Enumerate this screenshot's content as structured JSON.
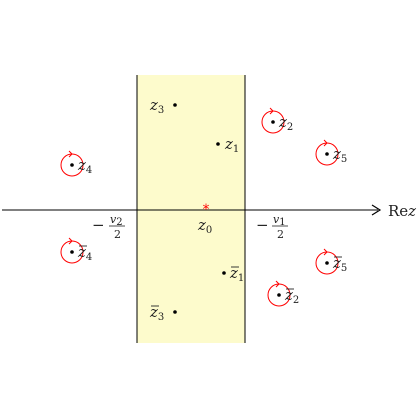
{
  "colors": {
    "strip_fill": "#fdfbcc",
    "strip_lines": "#000000",
    "axis": "#000000",
    "point": "#000000",
    "loop": "#ff0000",
    "center_marker": "#ff0000"
  },
  "axis": {
    "label": "Re",
    "var": "z"
  },
  "center_marker": "*",
  "strip_labels": {
    "left": {
      "sign": "−",
      "num_var": "v",
      "num_sub": "2",
      "den": "2"
    },
    "right": {
      "sign": "−",
      "num_var": "v",
      "num_sub": "1",
      "den": "2"
    }
  },
  "points": [
    {
      "id": "z3",
      "var": "z",
      "sub": "3",
      "bar": false,
      "loop": false
    },
    {
      "id": "z1",
      "var": "z",
      "sub": "1",
      "bar": false,
      "loop": false
    },
    {
      "id": "z2",
      "var": "z",
      "sub": "2",
      "bar": false,
      "loop": true
    },
    {
      "id": "z5",
      "var": "z",
      "sub": "5",
      "bar": false,
      "loop": true
    },
    {
      "id": "z4",
      "var": "z",
      "sub": "4",
      "bar": false,
      "loop": true
    },
    {
      "id": "z0",
      "var": "z",
      "sub": "0",
      "bar": false,
      "loop": false
    },
    {
      "id": "z4bar",
      "var": "z",
      "sub": "4",
      "bar": true,
      "loop": true
    },
    {
      "id": "z1bar",
      "var": "z",
      "sub": "1",
      "bar": true,
      "loop": false
    },
    {
      "id": "z5bar",
      "var": "z",
      "sub": "5",
      "bar": true,
      "loop": true
    },
    {
      "id": "z2bar",
      "var": "z",
      "sub": "2",
      "bar": true,
      "loop": true
    },
    {
      "id": "z3bar",
      "var": "z",
      "sub": "3",
      "bar": true,
      "loop": false
    }
  ]
}
